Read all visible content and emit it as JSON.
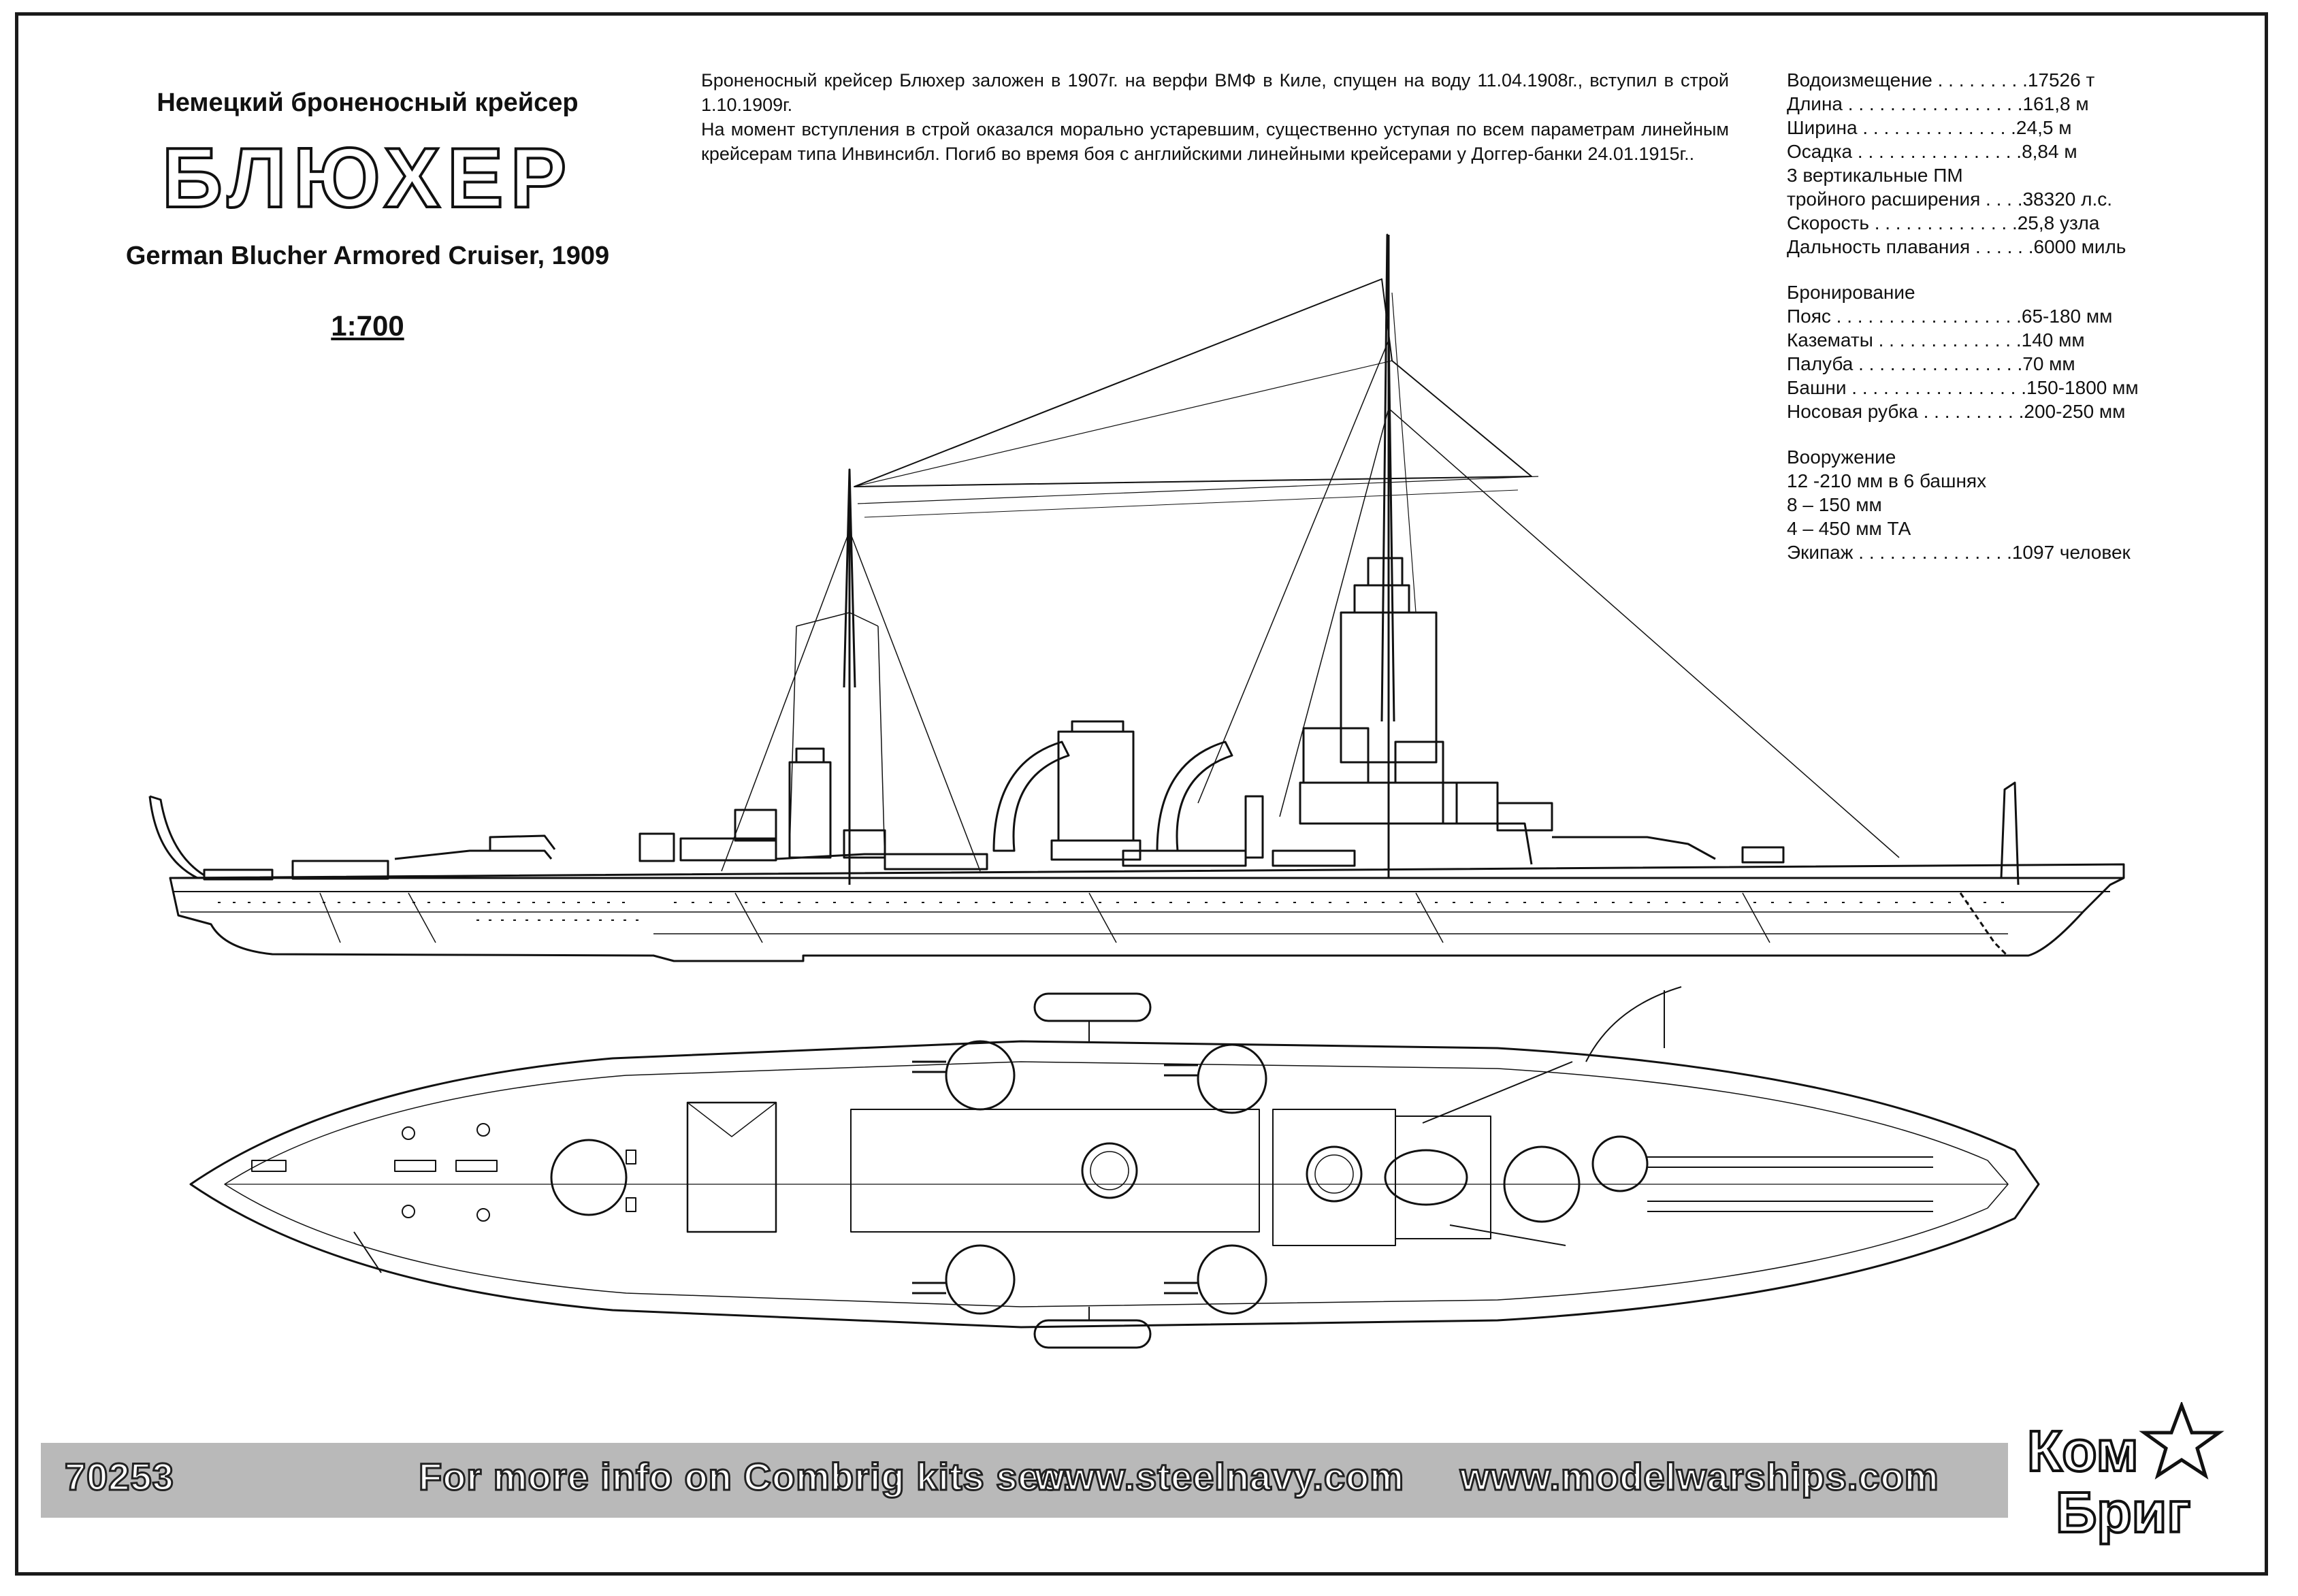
{
  "header": {
    "subtitle_ru": "Немецкий броненосный крейсер",
    "title": "БЛЮХЕР",
    "subtitle_en": "German Blucher Armored Cruiser, 1909",
    "scale": "1:700"
  },
  "history": [
    "Броненосный крейсер Блюхер заложен в 1907г. на верфи ВМФ в Киле, спущен на воду 11.04.1908г., вступил в строй 1.10.1909г.",
    "На момент вступления в строй оказался морально устаревшим, существенно уступая по всем параметрам линейным крейсерам типа Инвинсибл. Погиб во время боя с английскими линейными крейсерами у Доггер-банки 24.01.1915г.."
  ],
  "specs": {
    "main": [
      "Водоизмещение . . . . . . . . .17526 т",
      "Длина . . . . . . . . . . . . . . . . .161,8 м",
      "Ширина . . . . . . . . . . . . . . .24,5 м",
      "Осадка . . . . . . . . . . . . . . . .8,84 м",
      "3 вертикальные ПМ",
      "тройного расширения . . . .38320 л.с.",
      "Скорость . . . . . . . . . . . . . .25,8 узла",
      "Дальность плавания . . . . . .6000 миль"
    ],
    "armor_title": "Бронирование",
    "armor": [
      "Пояс . . . . . . . . . . . . . . . . . .65-180 мм",
      "Казематы . . . . . . . . . . . . . .140 мм",
      "Палуба . . . . . . . . . . . . . . . .70 мм",
      "Башни . . . . . . . . . . . . . . . . .150-1800 мм",
      "Носовая рубка . . . . . . . . . .200-250 мм"
    ],
    "arm_title": "Вооружение",
    "arm": [
      "12 -210 мм в 6 башнях",
      "8 – 150 мм",
      "4 – 450 мм ТА",
      "Экипаж . . . . . . . . . . . . . . .1097 человек"
    ]
  },
  "footer": {
    "kit_number": "70253",
    "info": "For more info on Combrig kits see:",
    "url1": "www.steelnavy.com",
    "url2": "www.modelwarships.com",
    "logo_top": "Ком",
    "logo_bottom": "Бриг"
  }
}
